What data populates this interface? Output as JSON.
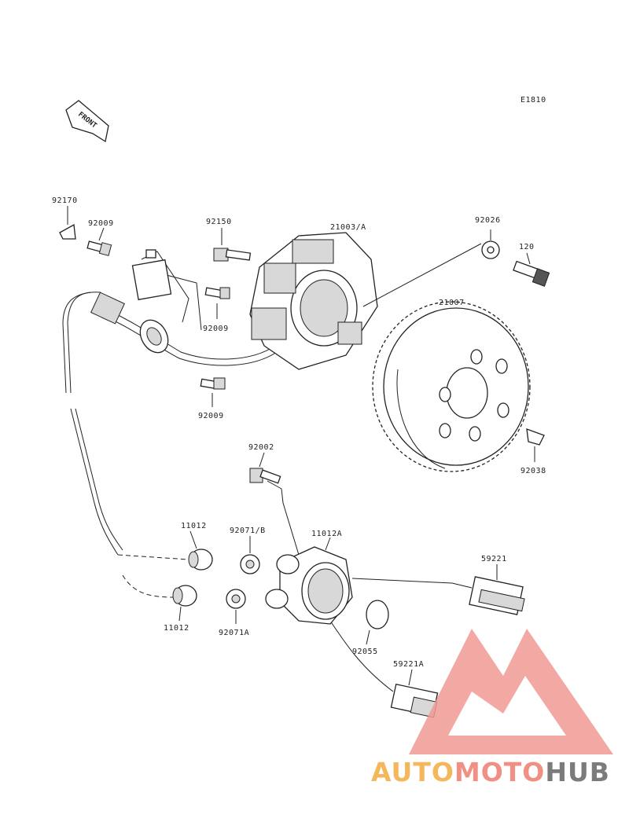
{
  "diagram_code": "E1810",
  "front_label": "FRONT",
  "labels": {
    "p92170": "92170",
    "p92009_top": "92009",
    "p92150": "92150",
    "p21003A": "21003/A",
    "p92026": "92026",
    "p120": "120",
    "p21007": "21007",
    "p92009_mid": "92009",
    "p92009_low": "92009",
    "p92038": "92038",
    "p92002": "92002",
    "p11012_top": "11012",
    "p92071B": "92071/B",
    "p11012A": "11012A",
    "p59221": "59221",
    "p11012_low": "11012",
    "p92071A": "92071A",
    "p92055": "92055",
    "p59221A": "59221A"
  },
  "watermark": {
    "part1": "AUTO",
    "part2": "MOTO",
    "part3": "HUB",
    "color1": "#f5b75c",
    "color2": "#f08f84",
    "color3": "#7b7b7b",
    "triangle_color": "#f19a93"
  }
}
